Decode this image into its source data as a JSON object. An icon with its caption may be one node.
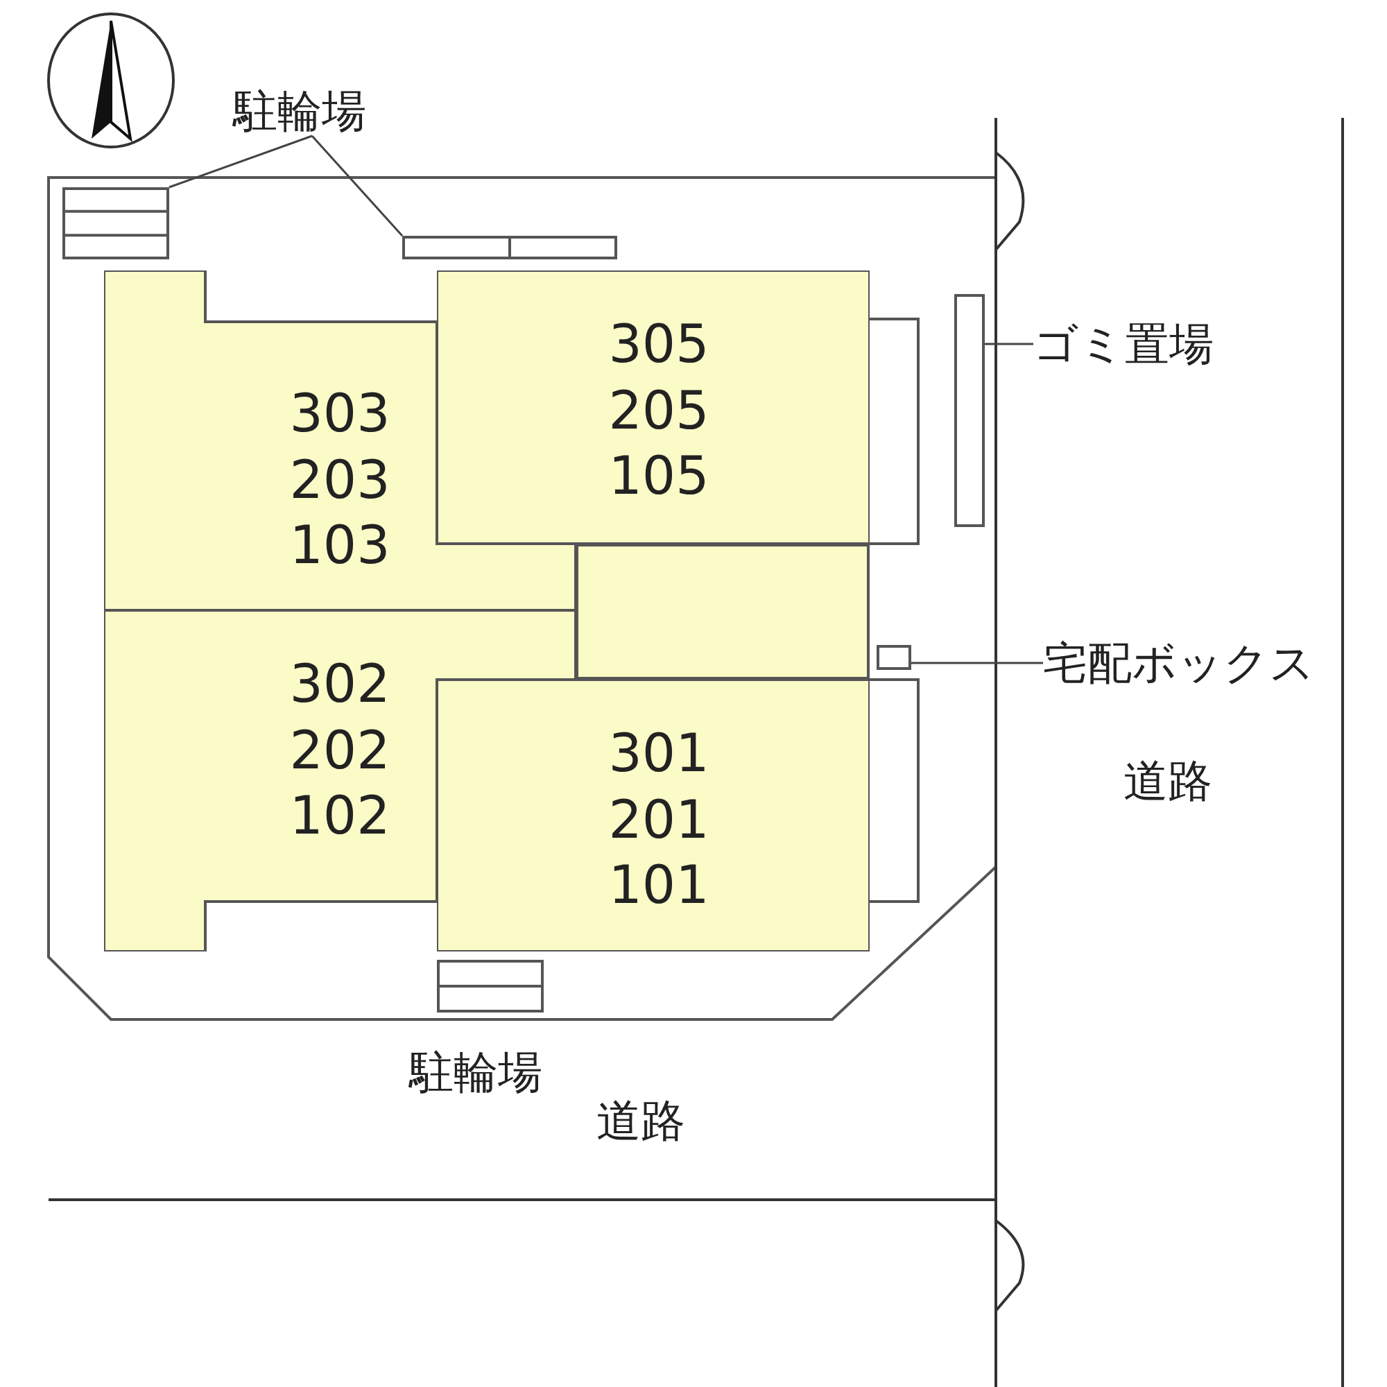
{
  "diagram": {
    "nodes": [
      {
        "text": [
          "駐輪場"
        ]
      },
      {
        "text": [],
        "shape": "box"
      },
      {
        "text": [],
        "shape": "box"
      },
      {
        "text": [
          "ゴミ置場"
        ]
      },
      {
        "text": [],
        "shape": "box"
      },
      {
        "text": [
          "宅配ボックス"
        ]
      },
      {
        "text": [],
        "shape": "box"
      },
      {
        "text": [
          "303 203 103"
        ]
      },
      {
        "text": [
          "305 205 105"
        ]
      },
      {
        "text": [
          "302 202 102"
        ]
      },
      {
        "text": [
          "301 201 101"
        ]
      },
      {
        "text": [],
        "shape": "box",
        "beside": [
          "駐輪場"
        ]
      },
      {
        "text": [],
        "shape": "box"
      }
    ],
    "edges": [
      {
        "from": 0,
        "to": 1,
        "arrow": "none"
      },
      {
        "from": 0,
        "to": 2,
        "arrow": "none"
      },
      {
        "from": 3,
        "to": 4,
        "arrow": "none"
      },
      {
        "from": 5,
        "to": 6,
        "arrow": "none"
      }
    ],
    "labels": [
      "道路",
      "道路"
    ]
  }
}
